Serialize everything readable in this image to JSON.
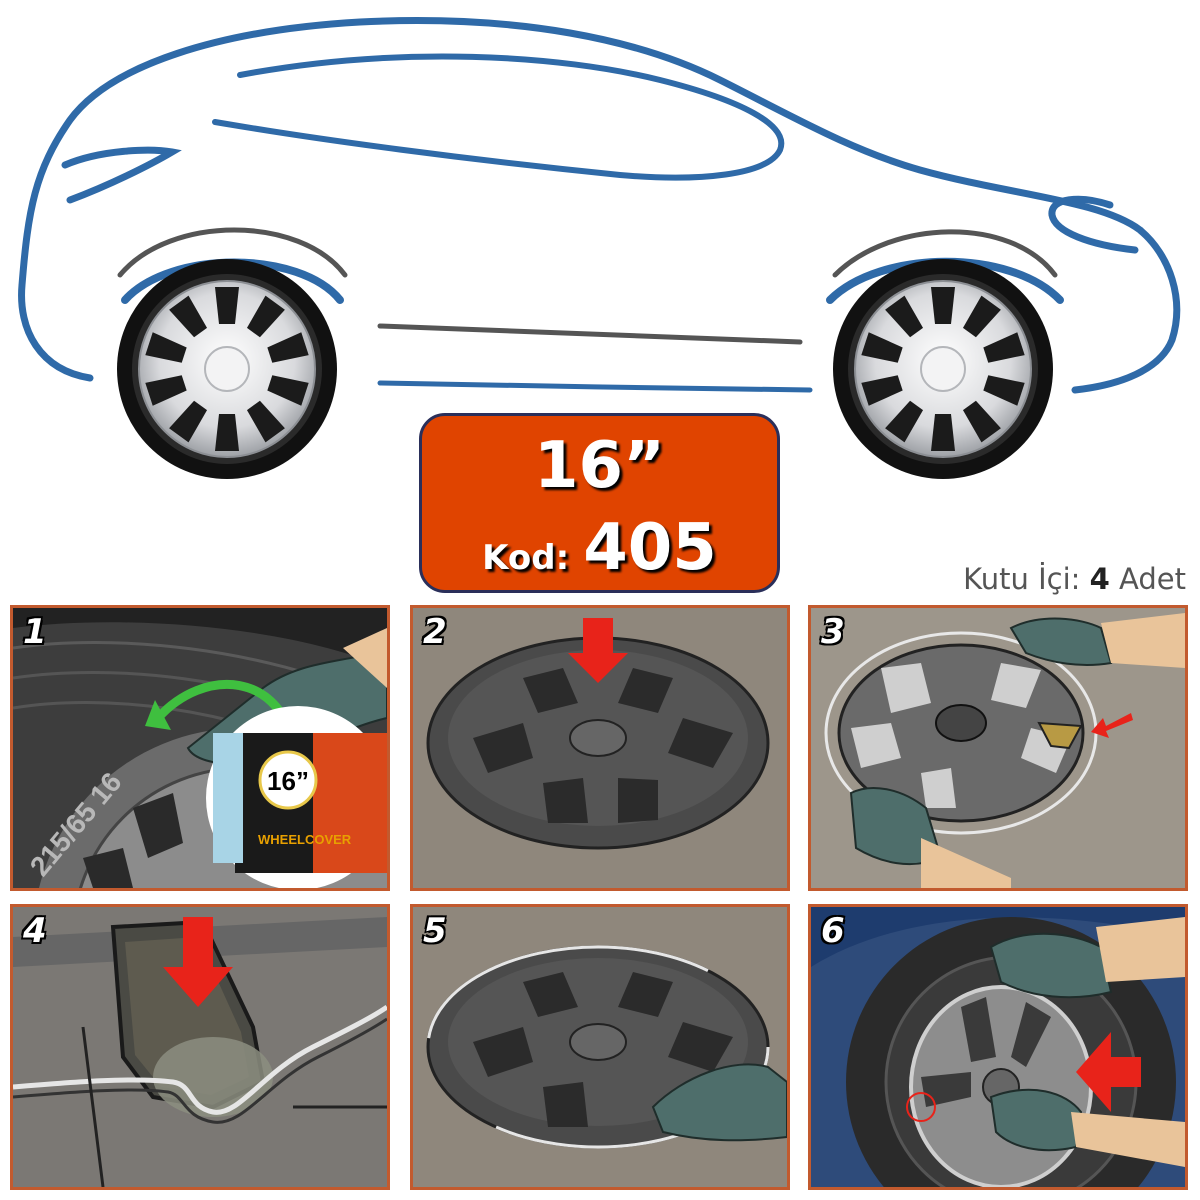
{
  "product": {
    "size": "16”",
    "code_label": "Kod:",
    "code_value": "405"
  },
  "box_contents": {
    "label": "Kutu İçi:",
    "count": "4",
    "unit": "Adet"
  },
  "steps": [
    {
      "number": "1",
      "tire_text": "215/65 16",
      "zoom_size": "16”",
      "zoom_brand": "WHEELCOVER"
    },
    {
      "number": "2"
    },
    {
      "number": "3"
    },
    {
      "number": "4"
    },
    {
      "number": "5"
    },
    {
      "number": "6"
    }
  ],
  "colors": {
    "car_outline": "#2f6aa8",
    "badge_bg": "#e04400",
    "panel_border": "#c25a2e",
    "arrow": "#e8231a",
    "glove": "#4e6e6b"
  },
  "icons": [
    "car-outline",
    "wheel-cover",
    "down-arrow-icon",
    "glove-hand",
    "curved-arrow-icon"
  ]
}
